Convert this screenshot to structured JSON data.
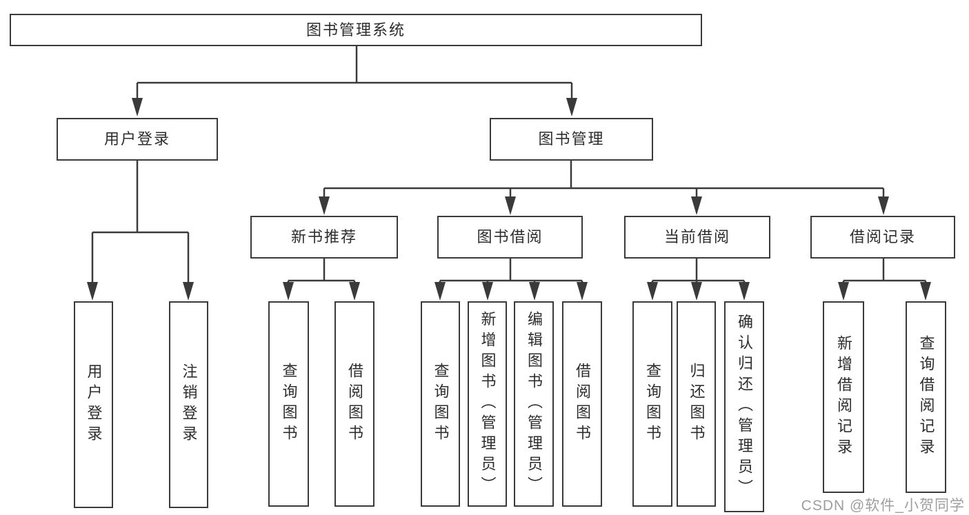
{
  "colors": {
    "background": "#ffffff",
    "line": "#3a3a3a",
    "box_border": "#3a3a3a",
    "text": "#2d2d2d",
    "watermark": "#9e9e9e"
  },
  "tree": {
    "root": {
      "label": "图书管理系统",
      "children": [
        {
          "label": "用户登录",
          "children": [
            {
              "label": "用户登录"
            },
            {
              "label": "注销登录"
            }
          ]
        },
        {
          "label": "图书管理",
          "children": [
            {
              "label": "新书推荐",
              "children": [
                {
                  "label": "查询图书"
                },
                {
                  "label": "借阅图书"
                }
              ]
            },
            {
              "label": "图书借阅",
              "children": [
                {
                  "label": "查询图书"
                },
                {
                  "label": "新增图书（管理员）"
                },
                {
                  "label": "编辑图书（管理员）"
                },
                {
                  "label": "借阅图书"
                }
              ]
            },
            {
              "label": "当前借阅",
              "children": [
                {
                  "label": "查询图书"
                },
                {
                  "label": "归还图书"
                },
                {
                  "label": "确认归还（管理员）"
                }
              ]
            },
            {
              "label": "借阅记录",
              "children": [
                {
                  "label": "新增借阅记录"
                },
                {
                  "label": "查询借阅记录"
                }
              ]
            }
          ]
        }
      ]
    }
  },
  "watermark": {
    "text": "CSDN @软件_小贺同学"
  }
}
